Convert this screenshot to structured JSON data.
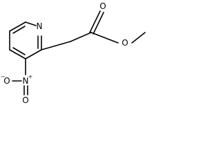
{
  "molecule": {
    "atoms": {
      "ring_nitrogen": "N",
      "nitro_nitrogen": "N",
      "nitro_nitrogen_charge": "+",
      "nitro_oxygen_left": "O",
      "nitro_oxygen_left_charge": "−",
      "nitro_oxygen_down": "O",
      "carbonyl_oxygen": "O",
      "ester_oxygen": "O"
    }
  }
}
